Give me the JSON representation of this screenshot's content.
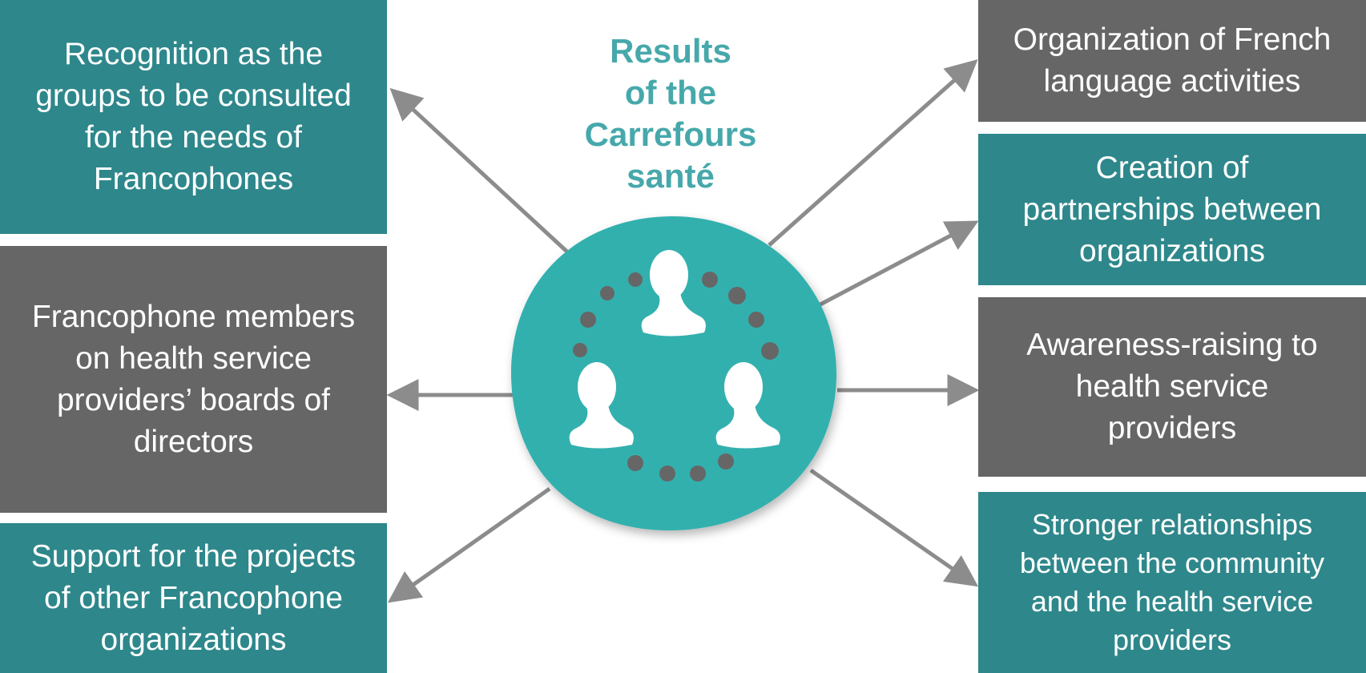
{
  "center": {
    "title_lines": [
      "Results",
      "of the",
      "Carrefours",
      "santé"
    ],
    "icon": "group-of-people-icon",
    "circle_color": "#33b0ae",
    "dot_color": "#666666"
  },
  "colors": {
    "teal_box": "#2e878b",
    "gray_box": "#666666",
    "title_text": "#47a8ab",
    "arrow": "#8c8c8c"
  },
  "left_boxes": [
    {
      "lines": [
        "Recognition as the",
        "groups to be consulted",
        "for the needs of",
        "Francophones"
      ]
    },
    {
      "lines": [
        "Francophone members",
        "on health service",
        "providers’ boards of",
        "directors"
      ]
    },
    {
      "lines": [
        "Support for the projects",
        "of other Francophone",
        "organizations"
      ]
    }
  ],
  "right_boxes": [
    {
      "lines": [
        "Organization of French",
        "language activities"
      ]
    },
    {
      "lines": [
        "Creation of",
        "partnerships between",
        "organizations"
      ]
    },
    {
      "lines": [
        "Awareness-raising to",
        "health service",
        "providers"
      ]
    },
    {
      "lines": [
        "Stronger relationships",
        "between the community",
        "and the health service",
        "providers"
      ]
    }
  ]
}
